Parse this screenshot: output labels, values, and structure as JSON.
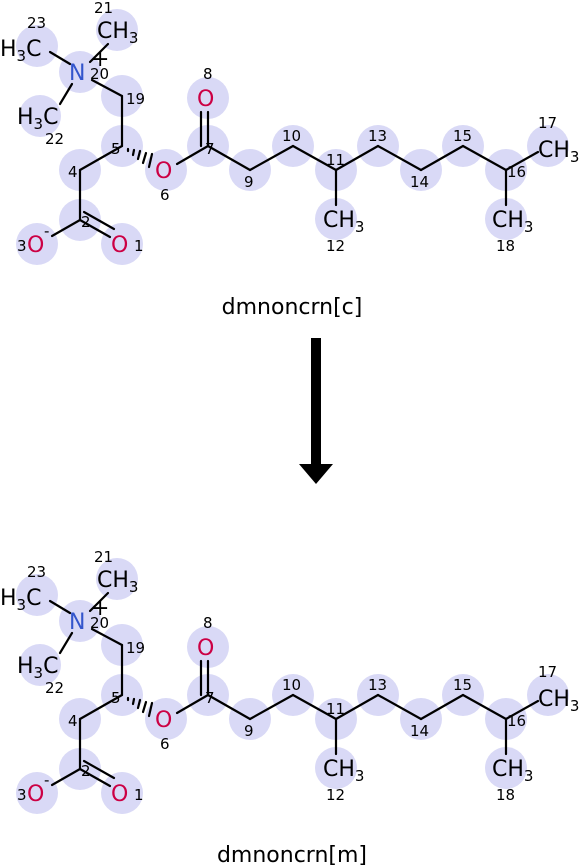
{
  "reaction": {
    "top_molecule": {
      "name": "dmnoncrn[c]",
      "atoms": {
        "1": {
          "num": "1",
          "label": "O"
        },
        "2": {
          "num": "2"
        },
        "3": {
          "num": "3",
          "label": "O",
          "charge": "-"
        },
        "4": {
          "num": "4"
        },
        "5": {
          "num": "5"
        },
        "6": {
          "num": "6",
          "label": "O"
        },
        "7": {
          "num": "7"
        },
        "8": {
          "num": "8",
          "label": "O"
        },
        "9": {
          "num": "9"
        },
        "10": {
          "num": "10"
        },
        "11": {
          "num": "11"
        },
        "12": {
          "num": "12",
          "label": "CH",
          "sub": "3"
        },
        "13": {
          "num": "13"
        },
        "14": {
          "num": "14"
        },
        "15": {
          "num": "15"
        },
        "16": {
          "num": "16"
        },
        "17": {
          "num": "17",
          "label": "CH",
          "sub": "3"
        },
        "18": {
          "num": "18",
          "label": "CH",
          "sub": "3"
        },
        "19": {
          "num": "19"
        },
        "20": {
          "num": "20",
          "label": "N",
          "charge": "+"
        },
        "21": {
          "num": "21",
          "label": "CH",
          "sub": "3"
        },
        "22": {
          "num": "22",
          "label_pre": "H",
          "sub": "3",
          "label_post": "C"
        },
        "23": {
          "num": "23",
          "label_pre": "H",
          "sub": "3",
          "label_post": "C"
        }
      }
    },
    "arrow": {
      "direction": "down"
    },
    "bottom_molecule": {
      "name": "dmnoncrn[m]",
      "atoms": {
        "1": {
          "num": "1",
          "label": "O"
        },
        "2": {
          "num": "2"
        },
        "3": {
          "num": "3",
          "label": "O",
          "charge": "-"
        },
        "4": {
          "num": "4"
        },
        "5": {
          "num": "5"
        },
        "6": {
          "num": "6",
          "label": "O"
        },
        "7": {
          "num": "7"
        },
        "8": {
          "num": "8",
          "label": "O"
        },
        "9": {
          "num": "9"
        },
        "10": {
          "num": "10"
        },
        "11": {
          "num": "11"
        },
        "12": {
          "num": "12",
          "label": "CH",
          "sub": "3"
        },
        "13": {
          "num": "13"
        },
        "14": {
          "num": "14"
        },
        "15": {
          "num": "15"
        },
        "16": {
          "num": "16"
        },
        "17": {
          "num": "17",
          "label": "CH",
          "sub": "3"
        },
        "18": {
          "num": "18",
          "label": "CH",
          "sub": "3"
        },
        "19": {
          "num": "19"
        },
        "20": {
          "num": "20",
          "label": "N",
          "charge": "+"
        },
        "21": {
          "num": "21",
          "label": "CH",
          "sub": "3"
        },
        "22": {
          "num": "22",
          "label_pre": "H",
          "sub": "3",
          "label_post": "C"
        },
        "23": {
          "num": "23",
          "label_pre": "H",
          "sub": "3",
          "label_post": "C"
        }
      }
    }
  },
  "colors": {
    "atom_highlight": "#d9d9f6",
    "oxygen": "#cc0044",
    "nitrogen": "#3355cc",
    "bond": "#000000"
  }
}
